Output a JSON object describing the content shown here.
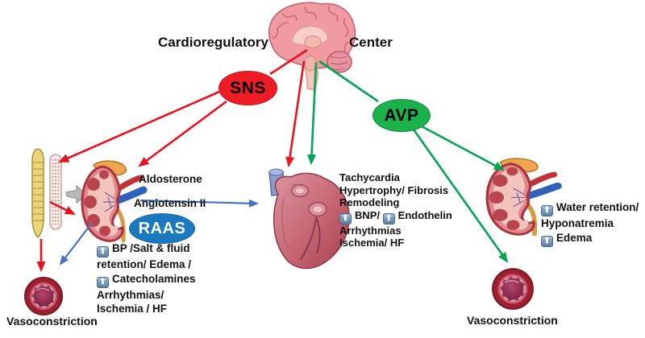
{
  "title": {
    "left": "Cardioregulatory",
    "right": "Center"
  },
  "nodes": {
    "sns": {
      "label": "SNS"
    },
    "avp": {
      "label": "AVP"
    },
    "raas": {
      "label": "RAAS"
    }
  },
  "labels": {
    "aldosterone": "Aldosterone",
    "angiotensin": "Angiotensin II",
    "vasoconstriction_left": "Vasoconstriction",
    "vasoconstriction_right": "Vasoconstriction"
  },
  "blocks": {
    "raas": {
      "lines": [
        "[up]BP /Salt & fluid",
        "retention/ Edema /",
        "[up]Catecholamines",
        "Arrhythmias/",
        "Ischemia / HF"
      ]
    },
    "heart": {
      "lines": [
        "Tachycardia",
        "Hypertrophy/ Fibrosis",
        "Remodeling",
        "[up]BNP/ [up]Endothelin",
        "Arrhythmias",
        "Ischemia/ HF"
      ]
    },
    "avp": {
      "lines": [
        "[up]Water retention/",
        "Hyponatremia",
        "[up]Edema"
      ]
    }
  },
  "icons": {
    "up_arrow_glyph": "⬆"
  },
  "colors": {
    "sns_red": "#ee1c24",
    "avp_green": "#1db14c",
    "raas_blue": "#1b79c0",
    "arrow_red": "#e8131c",
    "arrow_green": "#00a651",
    "arrow_blue": "#4472c4"
  }
}
